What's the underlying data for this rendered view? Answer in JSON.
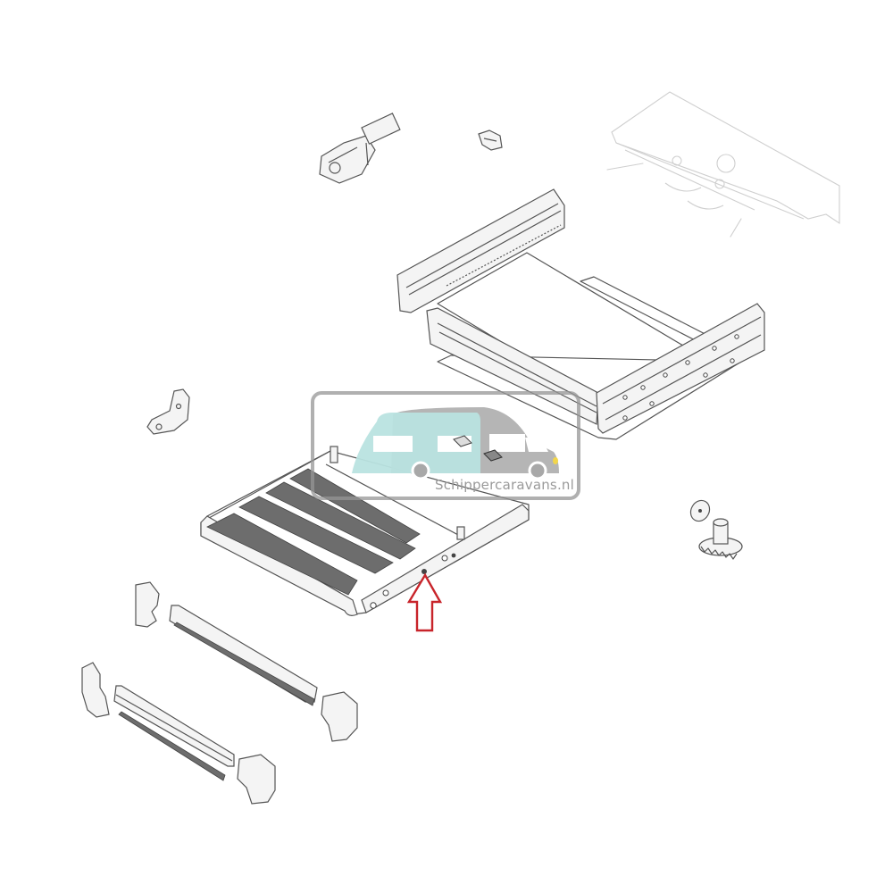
{
  "diagram": {
    "type": "exploded-parts-view",
    "subject": "electric caravan entry step assembly",
    "colors": {
      "line": "#555555",
      "faded_line": "#cfcfcf",
      "tread": "#6d6d6d",
      "arrow": "#c8242a",
      "watermark_border": "#969696",
      "watermark_caravan": "#b9e3e0",
      "watermark_motorhome": "#a8a8a8",
      "watermark_headlight": "#f2d64b"
    },
    "parts": [
      {
        "id": "motor-gearbox",
        "label": "Electric drive motor with gearbox"
      },
      {
        "id": "small-clip",
        "label": "Small mounting clip"
      },
      {
        "id": "mounting-plate",
        "label": "Mounting plate (faded)"
      },
      {
        "id": "housing-frame",
        "label": "Step housing frame with slide rails"
      },
      {
        "id": "side-bracket",
        "label": "Side bracket"
      },
      {
        "id": "step-platform",
        "label": "Step platform with anti-slip treads"
      },
      {
        "id": "gear-set",
        "label": "Bevel gear set"
      },
      {
        "id": "front-profile-upper",
        "label": "Front profile with end caps (upper)"
      },
      {
        "id": "front-profile-lower",
        "label": "Front profile with end caps (lower)"
      }
    ],
    "highlight": {
      "type": "arrow",
      "color": "#c8242a",
      "points_to": "step-platform side hole"
    }
  },
  "watermark": {
    "text": "Schippercaravans.nl"
  }
}
